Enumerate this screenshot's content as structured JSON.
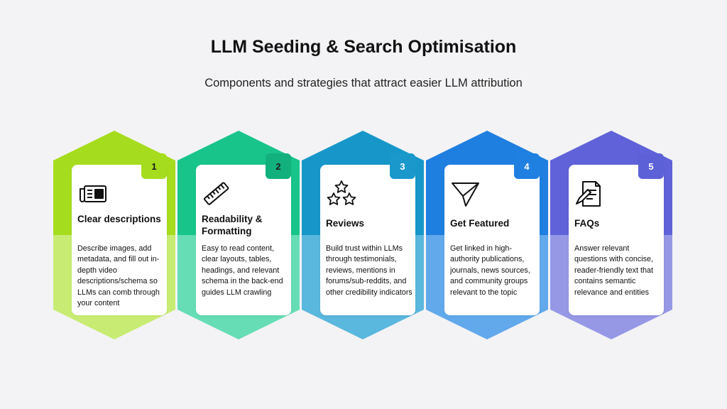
{
  "header": {
    "title": "LLM Seeding & Search Optimisation",
    "subtitle": "Components and strategies that attract easier LLM attribution"
  },
  "steps": [
    {
      "number": "1",
      "title": "Clear descriptions",
      "description": "Describe images, add metadata, and fill out in-depth video descriptions/schema so LLMs can comb through your content",
      "icon": "newspaper-icon",
      "color_top": "#a6dc1e",
      "color_bottom": "#c8ec73",
      "badge_color": "#a6dc1e",
      "badge_text_color": "#1a1a1a"
    },
    {
      "number": "2",
      "title": "Readability & Formatting",
      "description": "Easy to read content, clear layouts, tables, headings, and relevant schema in the back-end guides LLM crawling",
      "icon": "ruler-icon",
      "color_top": "#18c48a",
      "color_bottom": "#66ddb5",
      "badge_color": "#12b07c",
      "badge_text_color": "#1a1a1a"
    },
    {
      "number": "3",
      "title": "Reviews",
      "description": "Build trust within LLMs through testimonials, reviews, mentions in forums/sub-reddits, and other credibility indicators",
      "icon": "stars-icon",
      "color_top": "#1797c9",
      "color_bottom": "#5ab7dd",
      "badge_color": "#1a98cc",
      "badge_text_color": "#ffffff"
    },
    {
      "number": "4",
      "title": "Get Featured",
      "description": "Get linked in high-authority publications, journals, news sources, and community groups relevant to the topic",
      "icon": "paper-plane-icon",
      "color_top": "#1f7fe0",
      "color_bottom": "#62a9ec",
      "badge_color": "#1f80e2",
      "badge_text_color": "#ffffff"
    },
    {
      "number": "5",
      "title": "FAQs",
      "description": "Answer relevant questions with concise, reader-friendly text that contains semantic relevance and entities",
      "icon": "document-pen-icon",
      "color_top": "#5f62d8",
      "color_bottom": "#9698e6",
      "badge_color": "#5d61d8",
      "badge_text_color": "#ffffff"
    }
  ]
}
